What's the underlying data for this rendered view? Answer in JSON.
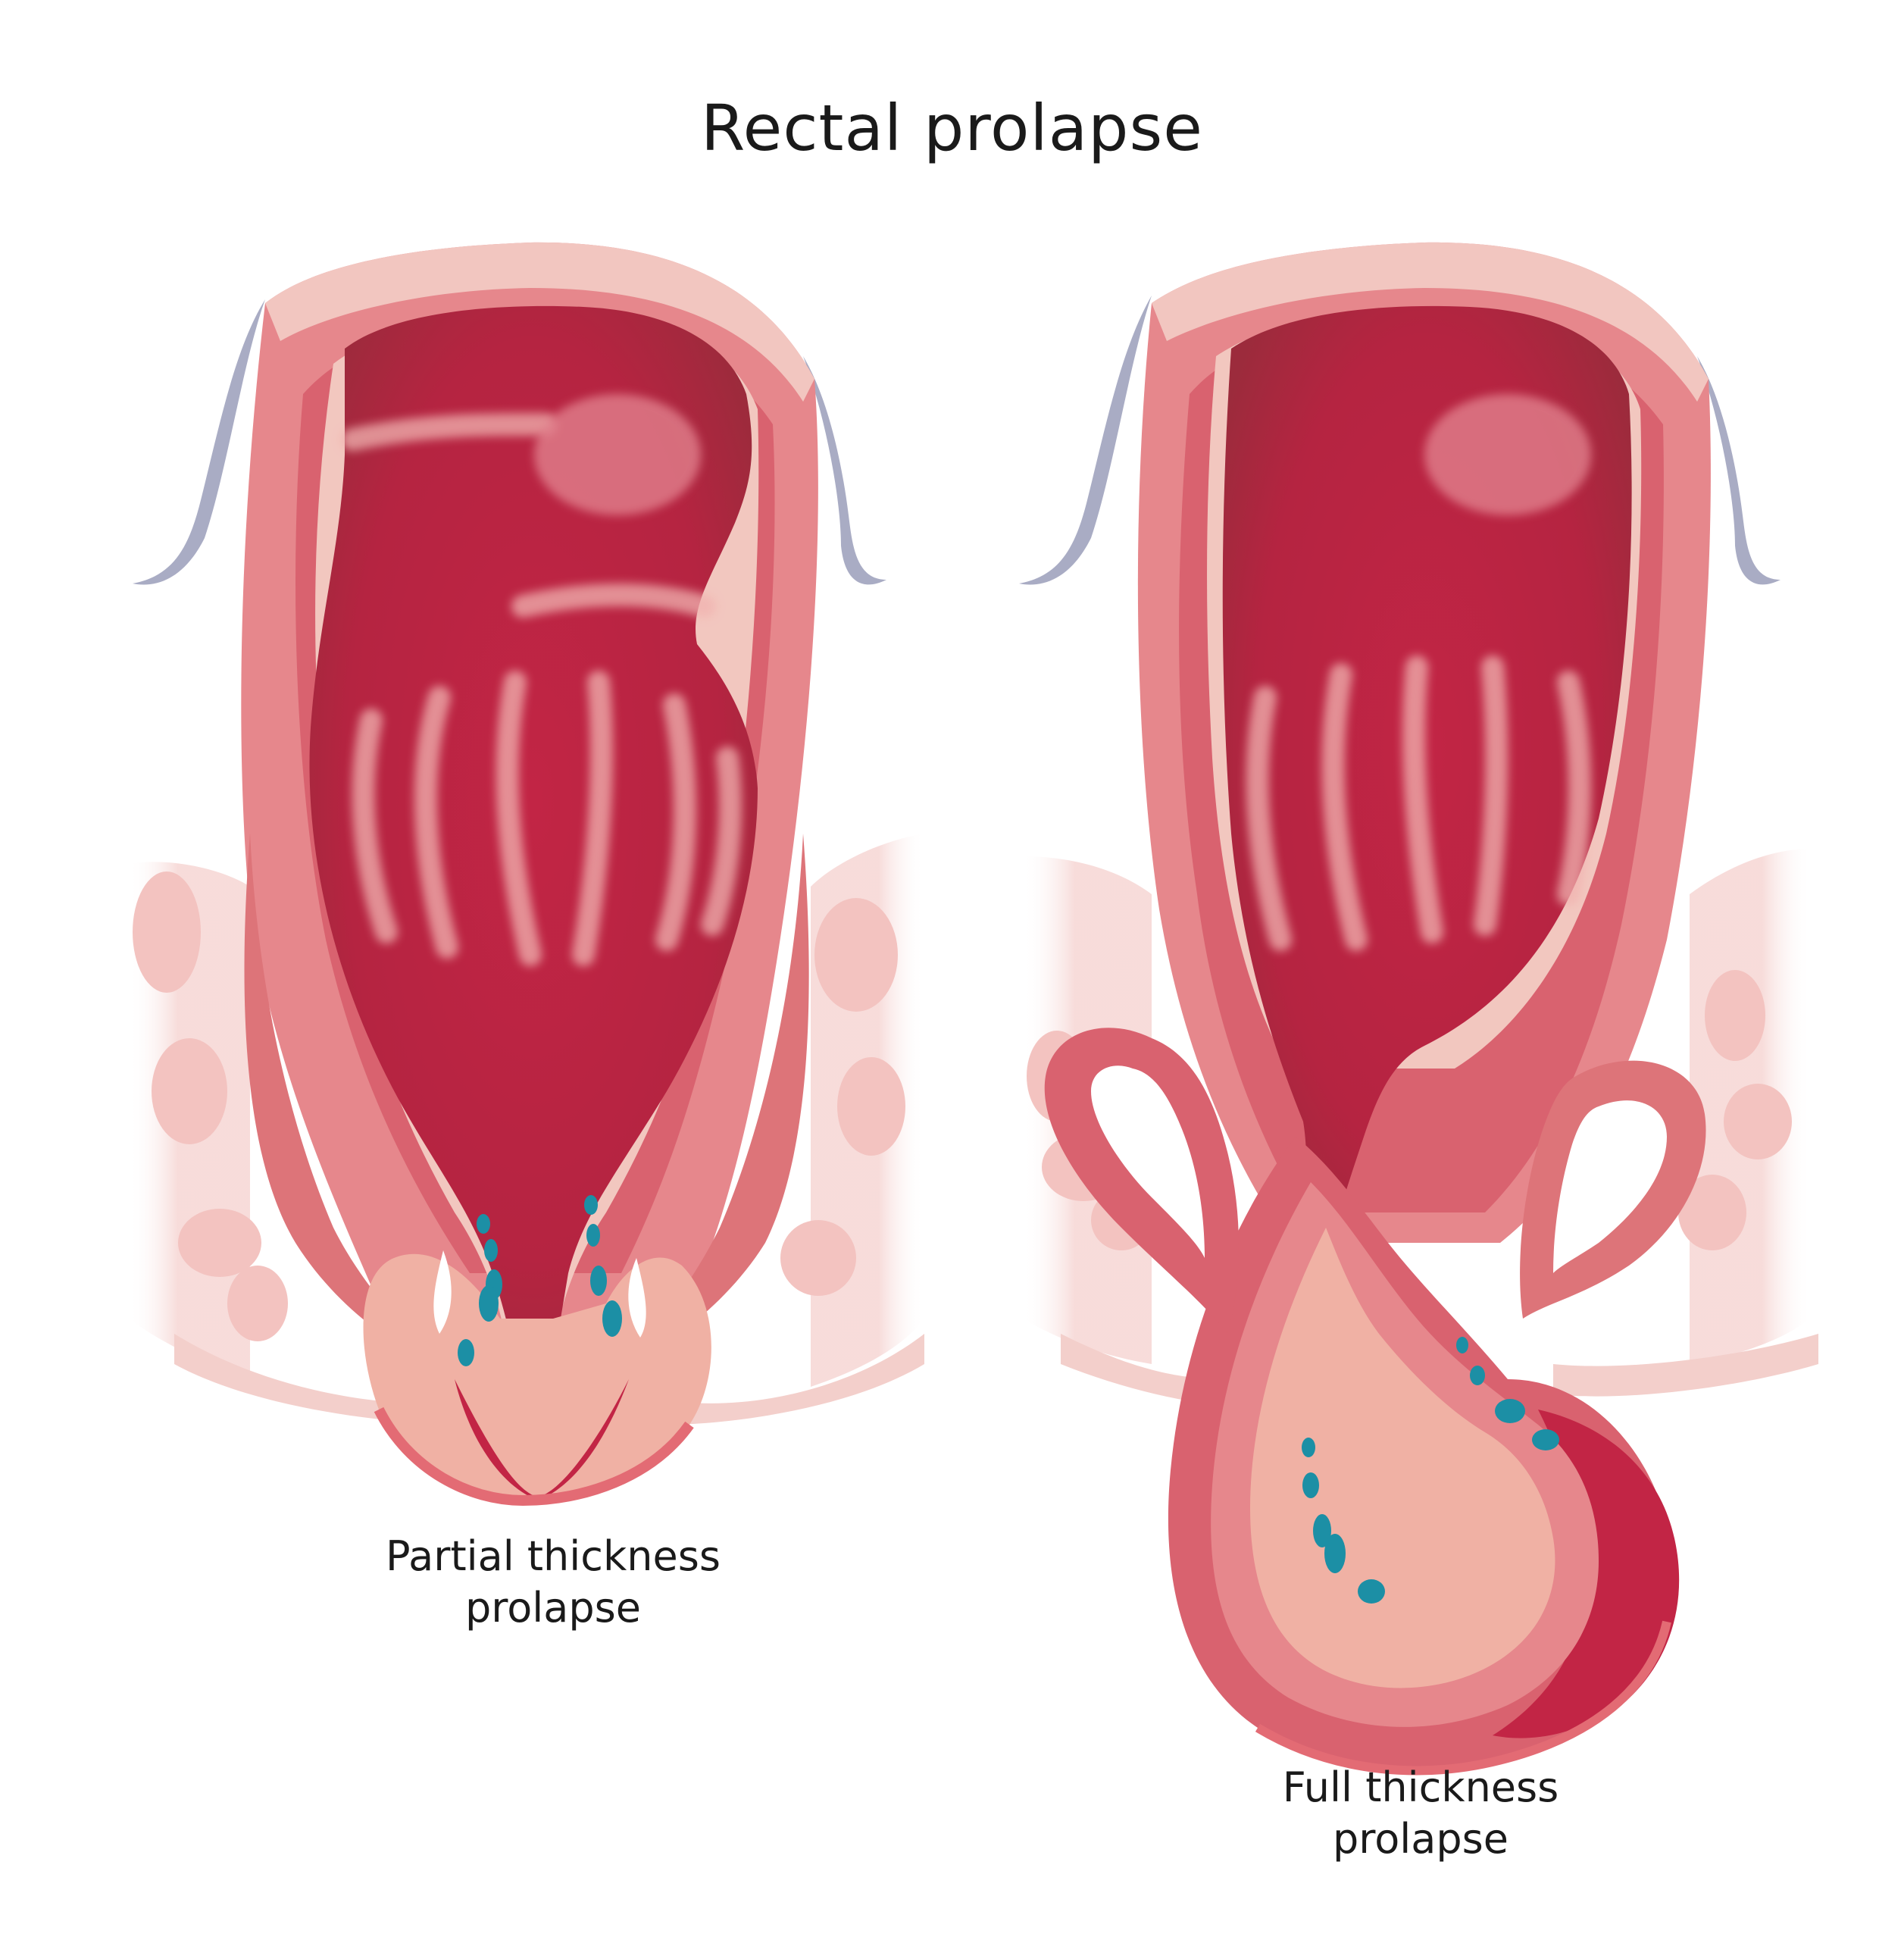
{
  "title": "Rectal prolapse",
  "panels": [
    {
      "id": "partial",
      "caption_lines": [
        "Partial thickness",
        "prolapse"
      ]
    },
    {
      "id": "full",
      "caption_lines": [
        "Full thickness",
        "prolapse"
      ]
    }
  ],
  "colors": {
    "lumen_dark": "#9c2b3c",
    "lumen_red": "#c22545",
    "wall": "#d9626f",
    "wall_light": "#e6878c",
    "tissue_pink": "#f0b1a4",
    "fat": "#f6d6d4",
    "highlight": "#f8e6e2",
    "peritoneum": "#a9acc4",
    "vessel_teal": "#1c8fa5"
  }
}
